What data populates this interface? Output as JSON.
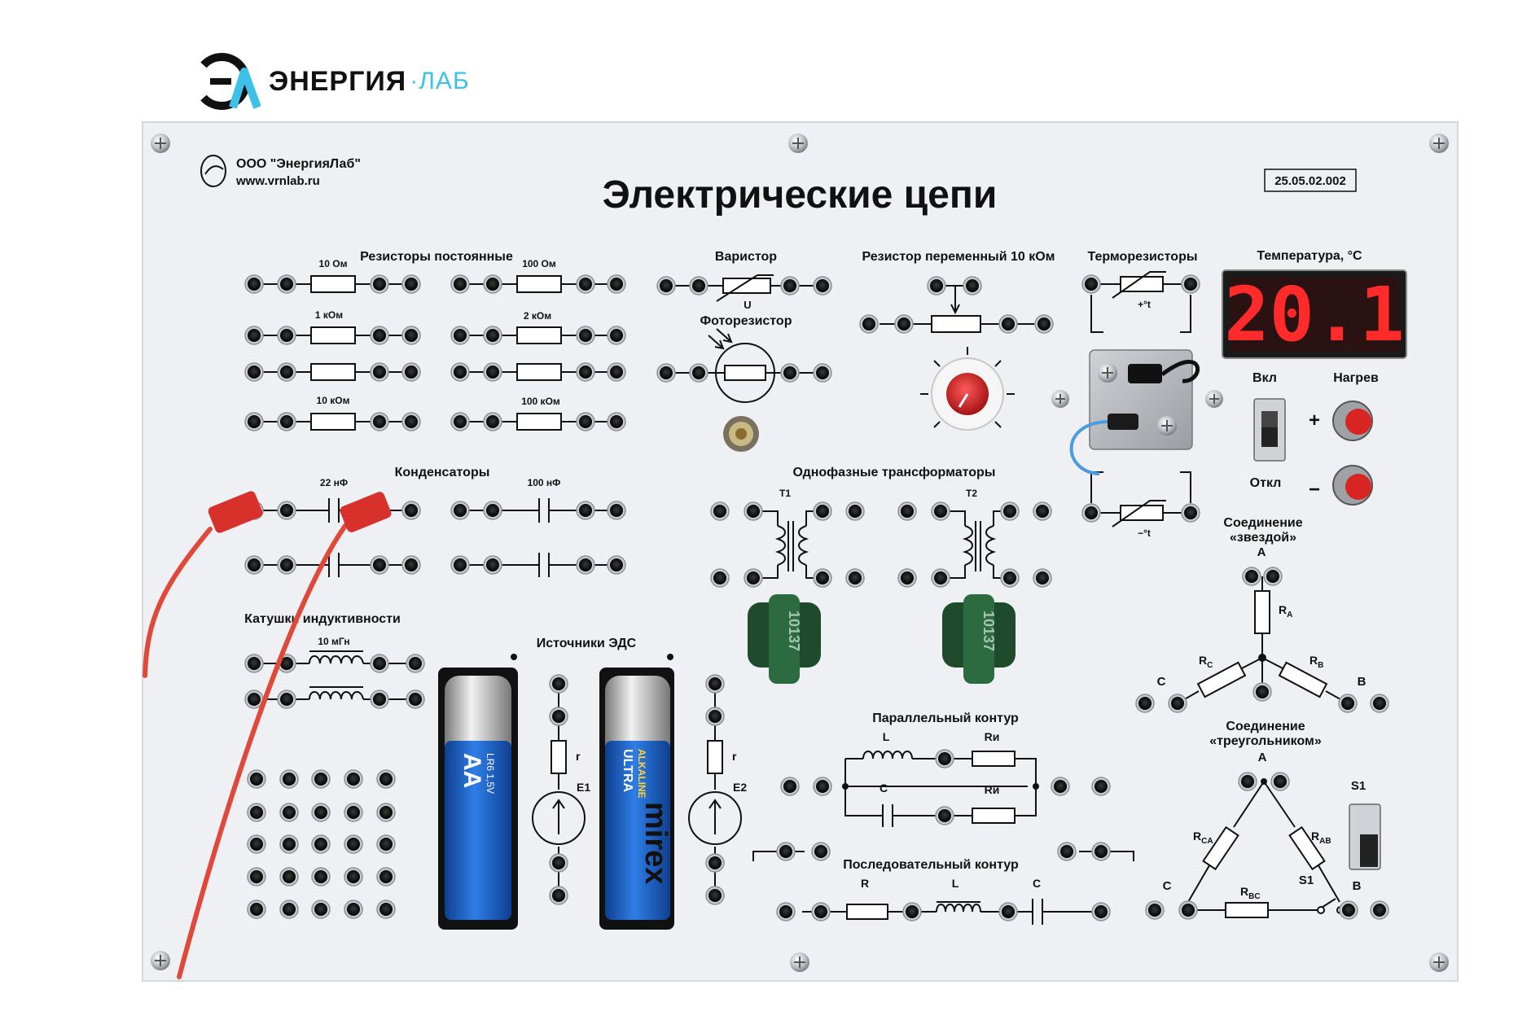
{
  "brand": {
    "name": "ЭНЕРГИЯ",
    "suffix": "·ЛАБ",
    "accent": "#3cc1e8"
  },
  "panel": {
    "company": "ООО \"ЭнергияЛаб\"",
    "website": "www.vrnlab.ru",
    "title": "Электрические цепи",
    "model_code": "25.05.02.002",
    "background": "#eef0f3"
  },
  "sections": {
    "resistors_title": "Резисторы постоянные",
    "resistors": [
      "10 Ом",
      "100 Ом",
      "1 кОм",
      "2 кОм",
      "10 кОм",
      "100 кОм"
    ],
    "varistor": "Варистор",
    "varistor_symbol": "U",
    "photoresistor": "Фоторезистор",
    "variable_resistor": "Резистор переменный 10 кОм",
    "thermistors": "Терморезисторы",
    "thermistor_plus": "+°t",
    "thermistor_minus": "−°t",
    "temperature": "Температура, °C",
    "capacitors_title": "Конденсаторы",
    "capacitors": [
      "22 нФ",
      "100 нФ"
    ],
    "transformers_title": "Однофазные трансформаторы",
    "transformers": [
      "T1",
      "T2"
    ],
    "inductors_title": "Катушки индуктивности",
    "inductor": "10 мГн",
    "emf_title": "Источники ЭДС",
    "emf_r": "r",
    "emf": [
      "E1",
      "E2"
    ],
    "parallel_title": "Параллельный контур",
    "parallel_L": "L",
    "parallel_C": "C",
    "parallel_R": "Rи",
    "series_title": "Последовательный контур",
    "series_R": "R",
    "series_L": "L",
    "series_C": "C",
    "switch_on": "Вкл",
    "switch_off": "Откл",
    "heating": "Нагрев",
    "plus": "+",
    "minus": "−",
    "star_title_1": "Соединение",
    "star_title_2": "«звездой»",
    "delta_title_1": "Соединение",
    "delta_title_2": "«треугольником»",
    "phase_A": "A",
    "phase_B": "B",
    "phase_C": "C",
    "R_letter": "R",
    "RA": "A",
    "RB": "B",
    "RC": "C",
    "RAB": "AB",
    "RBC": "BC",
    "RCA": "CA",
    "S1": "S1"
  },
  "display": {
    "value": "20.1",
    "color": "#ff2a2a"
  },
  "batteries": {
    "b1_size": "AA",
    "b1_code": "LR6 1,5V",
    "b2_brand": "mirex",
    "b2_line": "ULTRA",
    "b2_type": "ALKALINE"
  },
  "transformer_knob_text": "10137",
  "colors": {
    "socket": "#1c1c1c",
    "wire": "#e0483a",
    "knob": "#d92424",
    "battery_blue": "#1f63c8",
    "fuse_green": "#1f4a2c"
  }
}
